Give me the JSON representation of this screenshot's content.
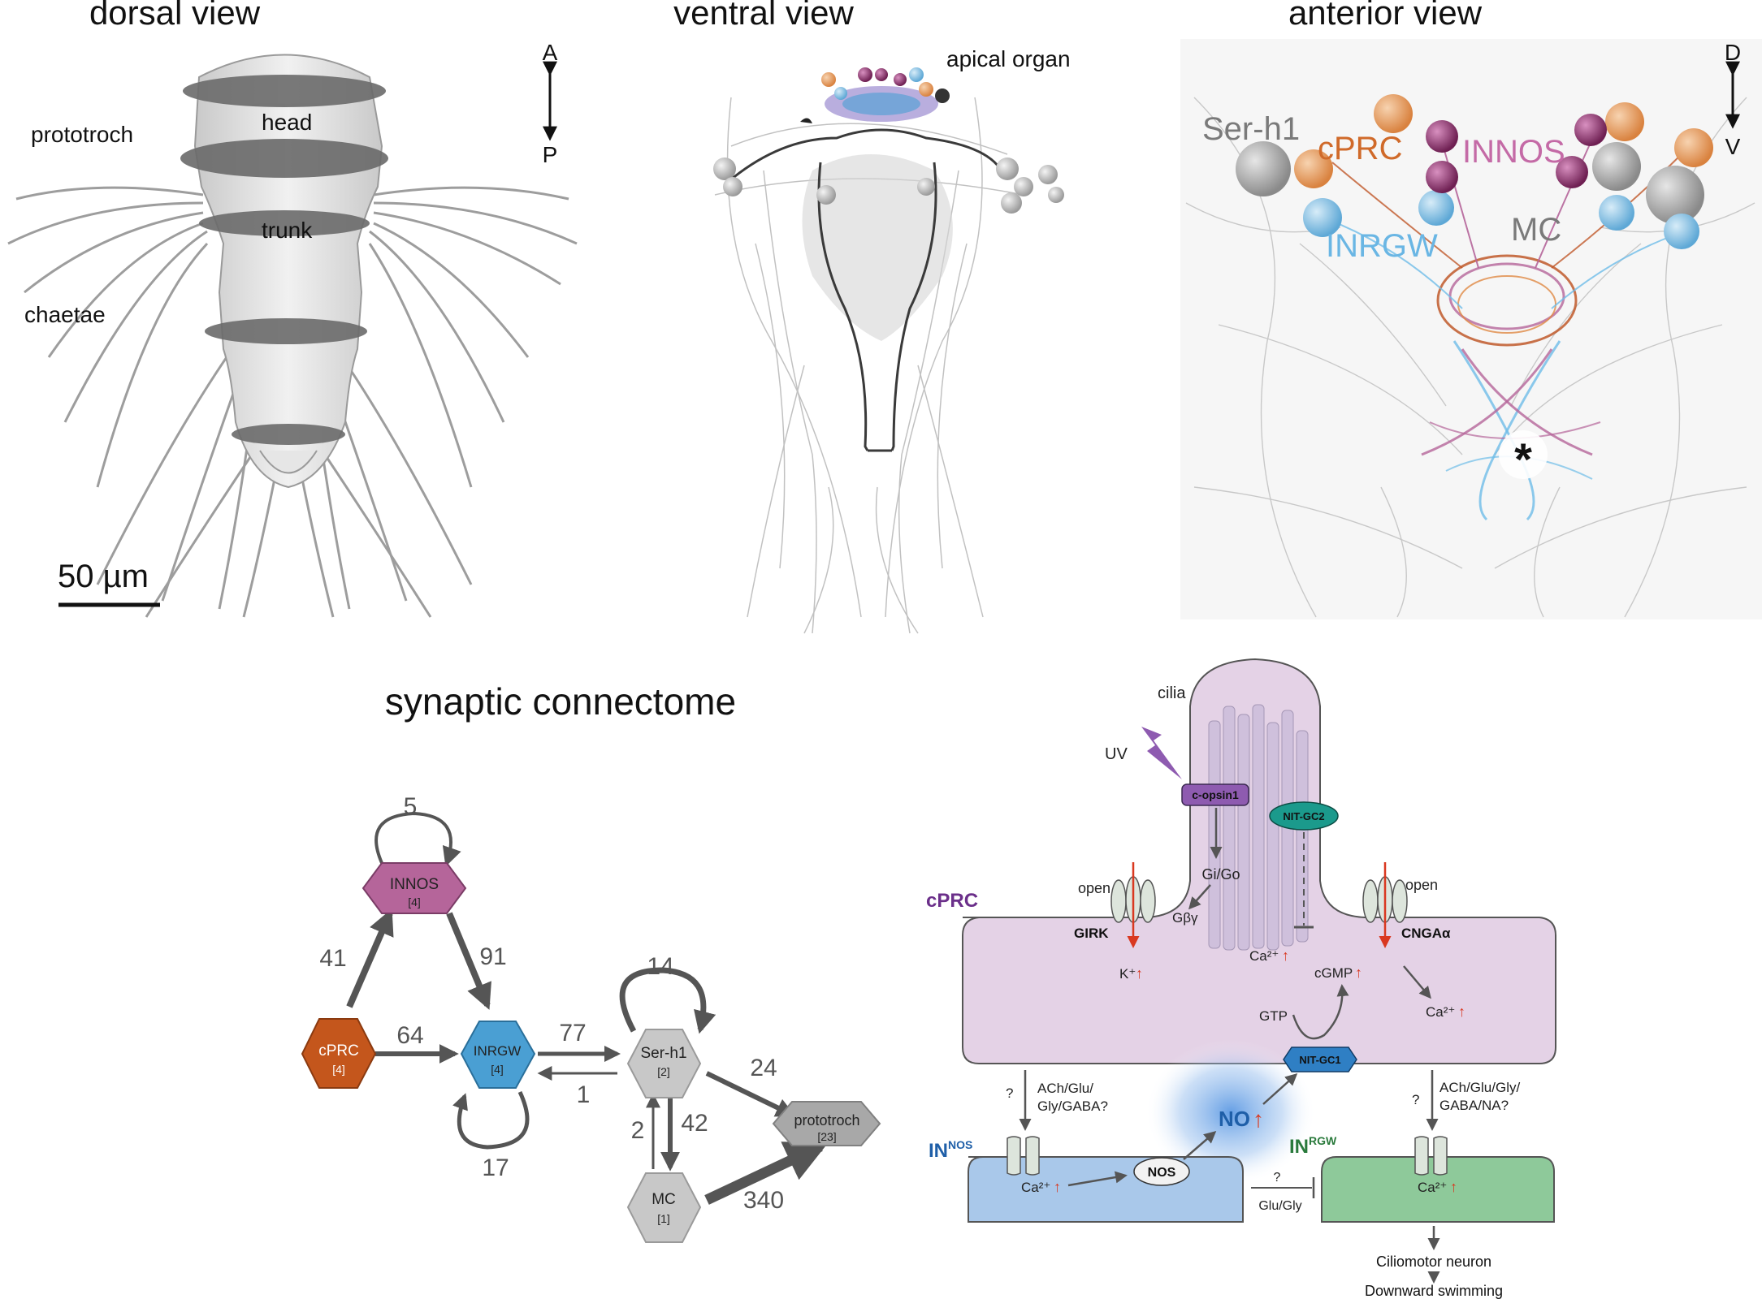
{
  "panels": {
    "dorsal": {
      "title": "dorsal view",
      "labels": {
        "prototroch": "prototroch",
        "head": "head",
        "trunk": "trunk",
        "chaetae": "chaetae"
      },
      "axis": {
        "top": "A",
        "bottom": "P"
      },
      "scale_bar": "50 µm"
    },
    "ventral": {
      "title": "ventral view",
      "apical_organ": "apical organ"
    },
    "anterior": {
      "title": "anterior view",
      "axis": {
        "top": "D",
        "bottom": "V"
      },
      "labels": {
        "serh1": "Ser-h1",
        "cprc": "cPRC",
        "innos": "INNOS",
        "inrgw": "INRGW",
        "mc": "MC",
        "asterisk": "*"
      }
    },
    "connectome": {
      "title": "synaptic connectome",
      "nodes": {
        "innos": {
          "name": "INNOS",
          "count": "[4]"
        },
        "cprc": {
          "name": "cPRC",
          "count": "[4]"
        },
        "inrgw": {
          "name": "INRGW",
          "count": "[4]"
        },
        "serh1": {
          "name": "Ser-h1",
          "count": "[2]"
        },
        "prototroch": {
          "name": "prototroch",
          "count": "[23]"
        },
        "mc": {
          "name": "MC",
          "count": "[1]"
        }
      },
      "edges": {
        "innos_self": "5",
        "cprc_innos": "41",
        "innos_inrgw": "91",
        "cprc_inrgw": "64",
        "inrgw_serh1": "77",
        "serh1_inrgw": "1",
        "inrgw_self": "17",
        "serh1_self": "14",
        "serh1_prototroch": "24",
        "mc_serh1": "2",
        "serh1_mc": "42",
        "mc_prototroch": "340"
      }
    },
    "pathway": {
      "cilia": "cilia",
      "uv": "UV",
      "c_opsin1": "c-opsin1",
      "nit_gc2": "NIT-GC2",
      "gi_go": "Gi/Go",
      "gbg": "Gβγ",
      "cprc": "cPRC",
      "open_left": "open",
      "open_right": "open",
      "girk": "GIRK",
      "cnga": "CNGAα",
      "k": "K⁺",
      "ca_cilia": "Ca²⁺",
      "cgmp": "cGMP",
      "ca_right": "Ca²⁺",
      "gtp": "GTP",
      "nit_gc1": "NIT-GC1",
      "q_left": "?",
      "nt_left_1": "ACh/Glu/",
      "nt_left_2": "Gly/GABA?",
      "q_right": "?",
      "nt_right_1": "ACh/Glu/Gly/",
      "nt_right_2": "GABA/NA?",
      "no": "NO",
      "in_nos": "IN",
      "in_nos_sup": "NOS",
      "in_rgw": "IN",
      "in_rgw_sup": "RGW",
      "ca_nos": "Ca²⁺",
      "nos": "NOS",
      "q_mid": "?",
      "glu_gly": "Glu/Gly",
      "ca_rgw": "Ca²⁺",
      "ciliomotor": "Ciliomotor neuron",
      "downward": "Downward swimming",
      "up_arrow": "↑"
    }
  },
  "colors": {
    "innos": "#b5659a",
    "cprc": "#c4561c",
    "inrgw": "#4a9fd3",
    "gray_node": "#c8c8c8",
    "cprc_cell": "#e4d2e6",
    "in_nos_cell": "#a9c8ea",
    "in_rgw_cell": "#8ec99a",
    "purple_text": "#6b2f8a",
    "blue_text": "#1f5fa8",
    "green_text": "#2a7a3c",
    "red": "#d93820",
    "teal": "#1b9a8c",
    "opsin": "#8e5bb0"
  }
}
